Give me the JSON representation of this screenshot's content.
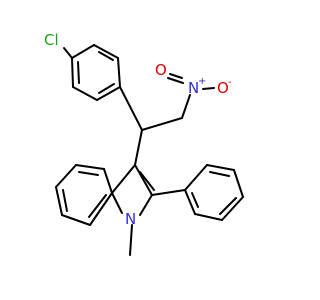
{
  "molecule": {
    "atoms": [
      {
        "symbol": "Cl",
        "color": "#1fa51f"
      },
      {
        "symbol": "N",
        "charge": "+",
        "color": "#2f2fd6"
      },
      {
        "symbol": "O",
        "charge": "-",
        "color": "#e00000"
      },
      {
        "symbol": "O",
        "color": "#e00000"
      },
      {
        "symbol": "N",
        "color": "#2f2fd6"
      }
    ]
  }
}
